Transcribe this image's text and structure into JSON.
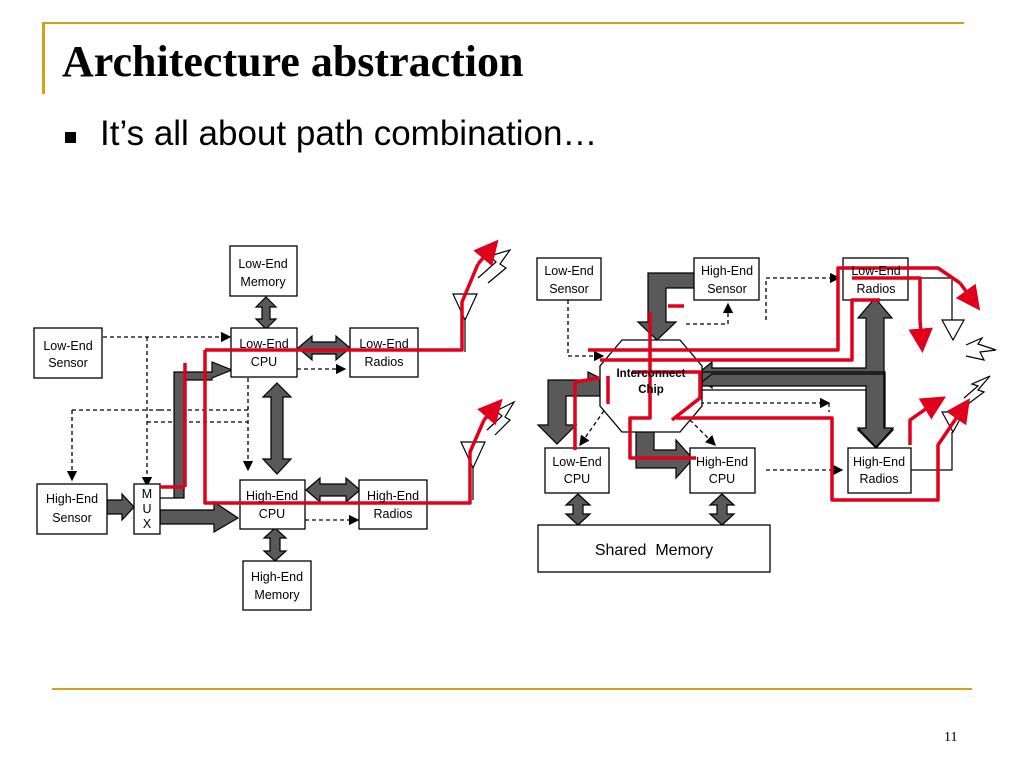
{
  "slide": {
    "title": "Architecture abstraction",
    "bullet": "It’s all about path combination…",
    "page_number": "11"
  },
  "left_diagram": {
    "low_end_memory": [
      "Low-End",
      "Memory"
    ],
    "low_end_sensor": [
      "Low-End",
      "Sensor"
    ],
    "low_end_cpu": [
      "Low-End",
      "CPU"
    ],
    "low_end_radios": [
      "Low-End",
      "Radios"
    ],
    "high_end_sensor": [
      "High-End",
      "Sensor"
    ],
    "mux": [
      "M",
      "U",
      "X"
    ],
    "high_end_cpu": [
      "High-End",
      "CPU"
    ],
    "high_end_radios": [
      "High-End",
      "Radios"
    ],
    "high_end_memory": [
      "High-End",
      "Memory"
    ]
  },
  "right_diagram": {
    "low_end_sensor": [
      "Low-End",
      "Sensor"
    ],
    "high_end_sensor": [
      "High-End",
      "Sensor"
    ],
    "low_end_radios": [
      "Low-End",
      "Radios"
    ],
    "interconnect": [
      "Interconnect",
      "Chip"
    ],
    "low_end_cpu": [
      "Low-End",
      "CPU"
    ],
    "high_end_cpu": [
      "High-End",
      "CPU"
    ],
    "high_end_radios": [
      "High-End",
      "Radios"
    ],
    "shared_memory": "Shared  Memory"
  },
  "colors": {
    "accent": "#d4a017",
    "path": "#e0001b",
    "bus": "#595959"
  }
}
